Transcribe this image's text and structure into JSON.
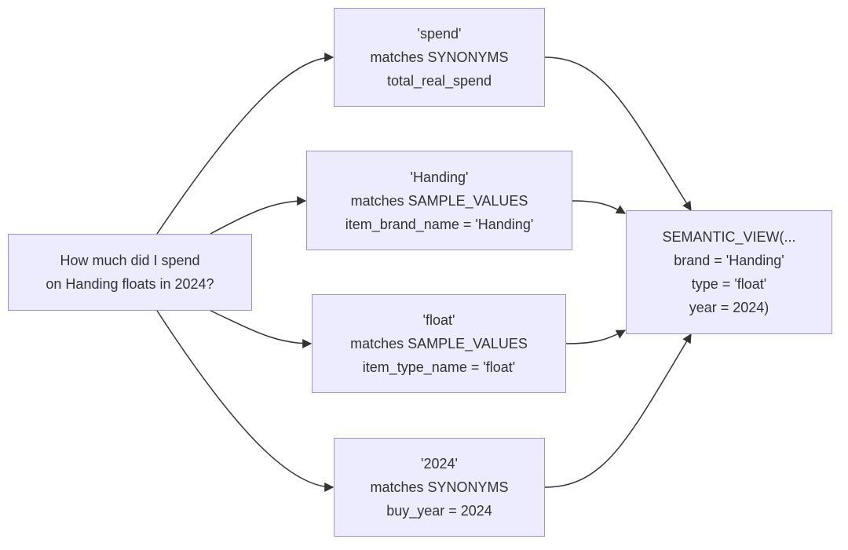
{
  "diagram": {
    "nodes": {
      "question": {
        "lines": [
          "How much did I spend",
          "on Handing floats in 2024?"
        ]
      },
      "spend": {
        "lines": [
          "'spend'",
          "matches SYNONYMS",
          "total_real_spend"
        ]
      },
      "handing": {
        "lines": [
          "'Handing'",
          "matches SAMPLE_VALUES",
          "item_brand_name = 'Handing'"
        ]
      },
      "float": {
        "lines": [
          "'float'",
          "matches SAMPLE_VALUES",
          "item_type_name = 'float'"
        ]
      },
      "year": {
        "lines": [
          "'2024'",
          "matches SYNONYMS",
          "buy_year = 2024"
        ]
      },
      "result": {
        "lines": [
          "SEMANTIC_VIEW(...",
          "brand = 'Handing'",
          "type = 'float'",
          "year = 2024)"
        ]
      }
    },
    "edges": [
      {
        "from": "question",
        "to": "spend"
      },
      {
        "from": "question",
        "to": "handing"
      },
      {
        "from": "question",
        "to": "float"
      },
      {
        "from": "question",
        "to": "year"
      },
      {
        "from": "spend",
        "to": "result"
      },
      {
        "from": "handing",
        "to": "result"
      },
      {
        "from": "float",
        "to": "result"
      },
      {
        "from": "year",
        "to": "result"
      }
    ],
    "colors": {
      "node_fill": "#ececfe",
      "node_border": "#9e8fe0",
      "edge": "#333333",
      "text": "#333333"
    }
  }
}
